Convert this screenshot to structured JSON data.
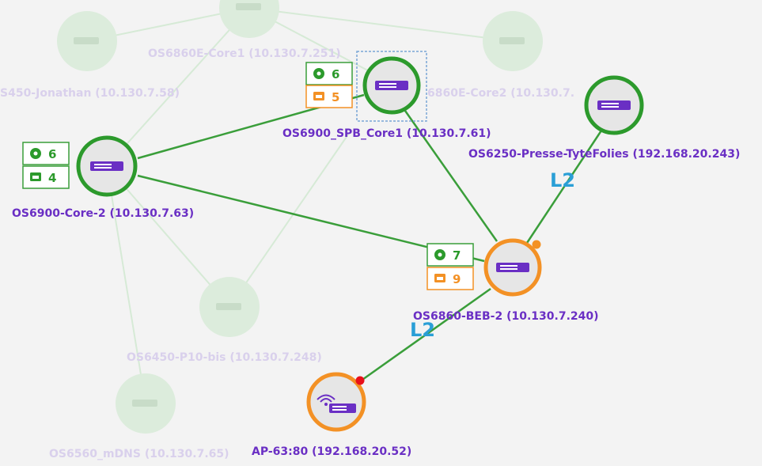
{
  "colors": {
    "canvas_bg": "#f3f3f3",
    "node_fill": "#e6e6e6",
    "ring_green": "#2c9a2c",
    "ring_orange": "#f39125",
    "link_green": "#3a9e3a",
    "label_purple": "#6a2fc4",
    "label_faded": "#d9d0ec",
    "faded_node": "#dcecdc",
    "link_faded": "#d6ead6",
    "l2_blue": "#2a9fd6",
    "status_orange": "#f39125",
    "status_red": "#e8101a"
  },
  "nodes": {
    "core1": {
      "label": "OS6900_SPB_Core1 (10.130.7.61)",
      "status": "up",
      "icon": "switch-icon",
      "selected": true
    },
    "core2": {
      "label": "OS6900-Core-2 (10.130.7.63)",
      "status": "up",
      "icon": "switch-icon"
    },
    "presse": {
      "label": "OS6250-Presse-TyteFolies (192.168.20.243)",
      "status": "up",
      "icon": "switch-icon"
    },
    "beb2": {
      "label": "OS6860-BEB-2 (10.130.7.240)",
      "status": "warning",
      "icon": "switch-icon"
    },
    "ap": {
      "label": "AP-63:80 (192.168.20.52)",
      "status": "critical",
      "icon": "wifi-access-point-icon"
    }
  },
  "faded_nodes": {
    "e_core1": {
      "label": "OS6860E-Core1 (10.130.7.251)"
    },
    "jonathan": {
      "label": "S450-Jonathan (10.130.7.58)"
    },
    "e_core2": {
      "label": "6860E-Core2 (10.130.7."
    },
    "p10bis": {
      "label": "OS6450-P10-bis (10.130.7.248)"
    },
    "mdns": {
      "label": "OS6560_mDNS (10.130.7.65)"
    }
  },
  "badges": {
    "core1": {
      "services": "6",
      "ports": "5"
    },
    "core2": {
      "services": "6",
      "ports": "4"
    },
    "beb2": {
      "services": "7",
      "ports": "9"
    }
  },
  "links": {
    "l2_label": "L2"
  }
}
